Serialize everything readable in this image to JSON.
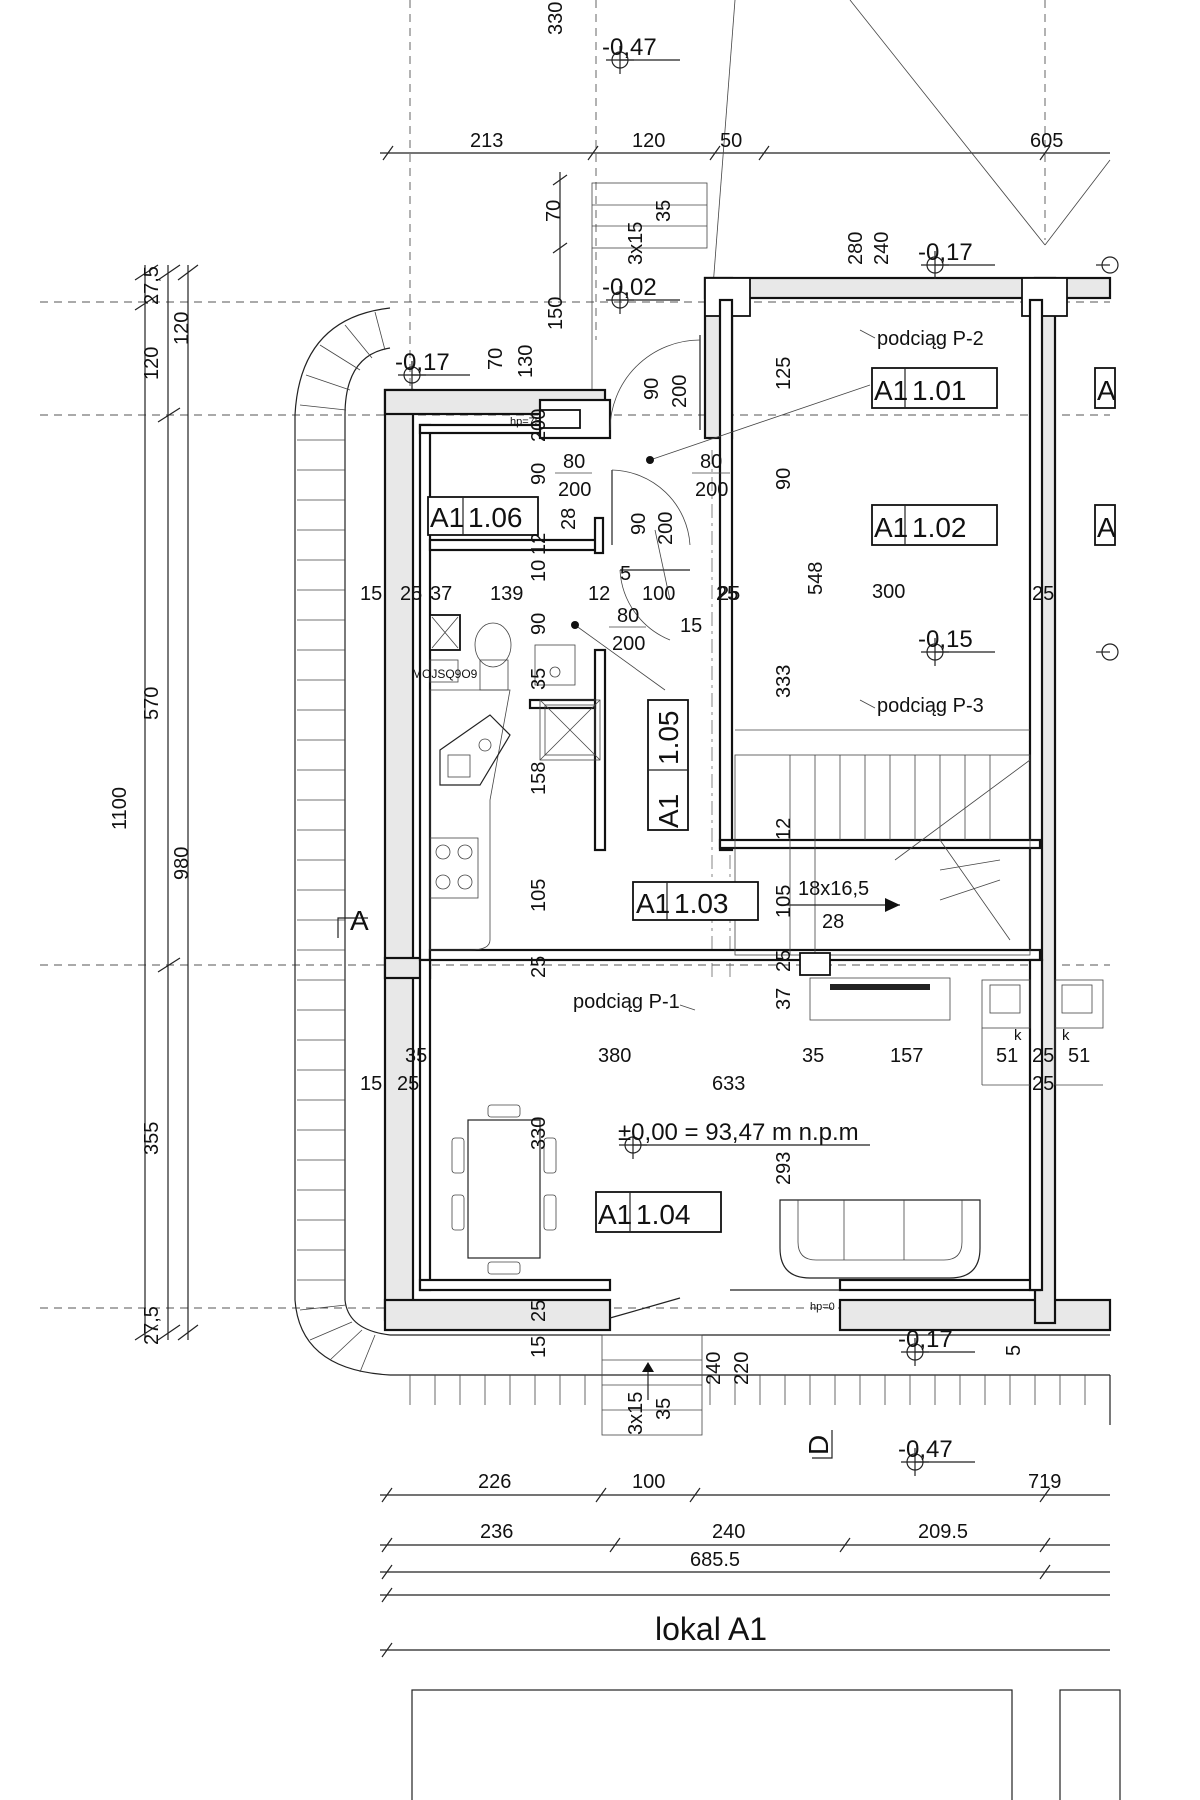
{
  "dimensions": {
    "top_330": "330",
    "top_213": "213",
    "top_120": "120",
    "top_50": "50",
    "top_605": "605",
    "top_70": "70",
    "top_3x15": "3x15",
    "top_35": "35",
    "d_280": "280",
    "d_240": "240",
    "d_150": "150",
    "d_130": "130",
    "d_70b": "70",
    "left_27_5a": "27,5",
    "left_120a": "120",
    "left_120b": "120",
    "left_570": "570",
    "left_1100": "1100",
    "left_980": "980",
    "left_355": "355",
    "left_27_5b": "27,5",
    "r_125": "125",
    "r_90": "90",
    "r_548": "548",
    "r_300": "300",
    "r_25a": "25",
    "r_25b": "25",
    "r_333": "333",
    "row_15": "15",
    "row_25": "25",
    "row_37": "37",
    "row_139": "139",
    "row_10": "10",
    "row_12": "12",
    "row_5": "5",
    "row_12b": "12",
    "row_100": "100",
    "row_25c": "25",
    "row_90": "90",
    "row_28": "28",
    "row_15b": "15",
    "row_35": "35",
    "row_158": "158",
    "row_105": "105",
    "row_12c": "12",
    "row_105b": "105",
    "row_25d": "25",
    "row_37b": "37",
    "row_25e": "25",
    "m_35": "35",
    "m_380": "380",
    "m_35b": "35",
    "m_157": "157",
    "m_51a": "51",
    "m_25": "25",
    "m_51b": "51",
    "m_15": "15",
    "m_25b": "25",
    "m_633": "633",
    "m_25c": "25",
    "m_330": "330",
    "m_293": "293",
    "b_25": "25",
    "b_15": "15",
    "b_240": "240",
    "b_220": "220",
    "b_5": "5",
    "b_3x15": "3x15",
    "b_35": "35",
    "bot_226": "226",
    "bot_100": "100",
    "bot_719": "719",
    "bot_236": "236",
    "bot_240": "240",
    "bot_209_5": "209.5",
    "bot_685_5": "685.5"
  },
  "levels": {
    "l_047_top": "-0,47",
    "l_002": "-0,02",
    "l_017_a": "-0,17",
    "l_017_b": "-0,17",
    "l_015": "-0,15",
    "l_000": "±0,00 = 93,47 m n.p.m",
    "l_017_c": "-0,17",
    "l_047_bot": "-0,47"
  },
  "rooms": {
    "r101_a": "A1",
    "r101_b": "1.01",
    "r102_a": "A1",
    "r102_b": "1.02",
    "r103_a": "A1",
    "r103_b": "1.03",
    "r104_a": "A1",
    "r104_b": "1.04",
    "r105_a": "A1",
    "r105_b": "1.05",
    "r106_a": "A1",
    "r106_b": "1.06",
    "partial_a": "A",
    "partial_b": "A"
  },
  "doors": {
    "d1_w": "90",
    "d1_h": "200",
    "d2_w": "80",
    "d2_h": "200",
    "d3_w": "80",
    "d3_h": "200",
    "d4_w": "90",
    "d4_h": "200",
    "d5_w": "80",
    "d5_h": "200",
    "d6_w": "90",
    "d6_h": "200"
  },
  "notes": {
    "beam_p2": "podciąg P-2",
    "beam_p3": "podciąg P-3",
    "beam_p1": "podciąg P-1",
    "stairs_spec": "18x16,5",
    "stairs_count": "28",
    "hp75": "hp=75",
    "hp0": "hp=0",
    "section_a": "A",
    "section_d": "D",
    "k1": "k",
    "k2": "k",
    "washer": "MOJSQ9O9"
  },
  "title": "lokal A1"
}
